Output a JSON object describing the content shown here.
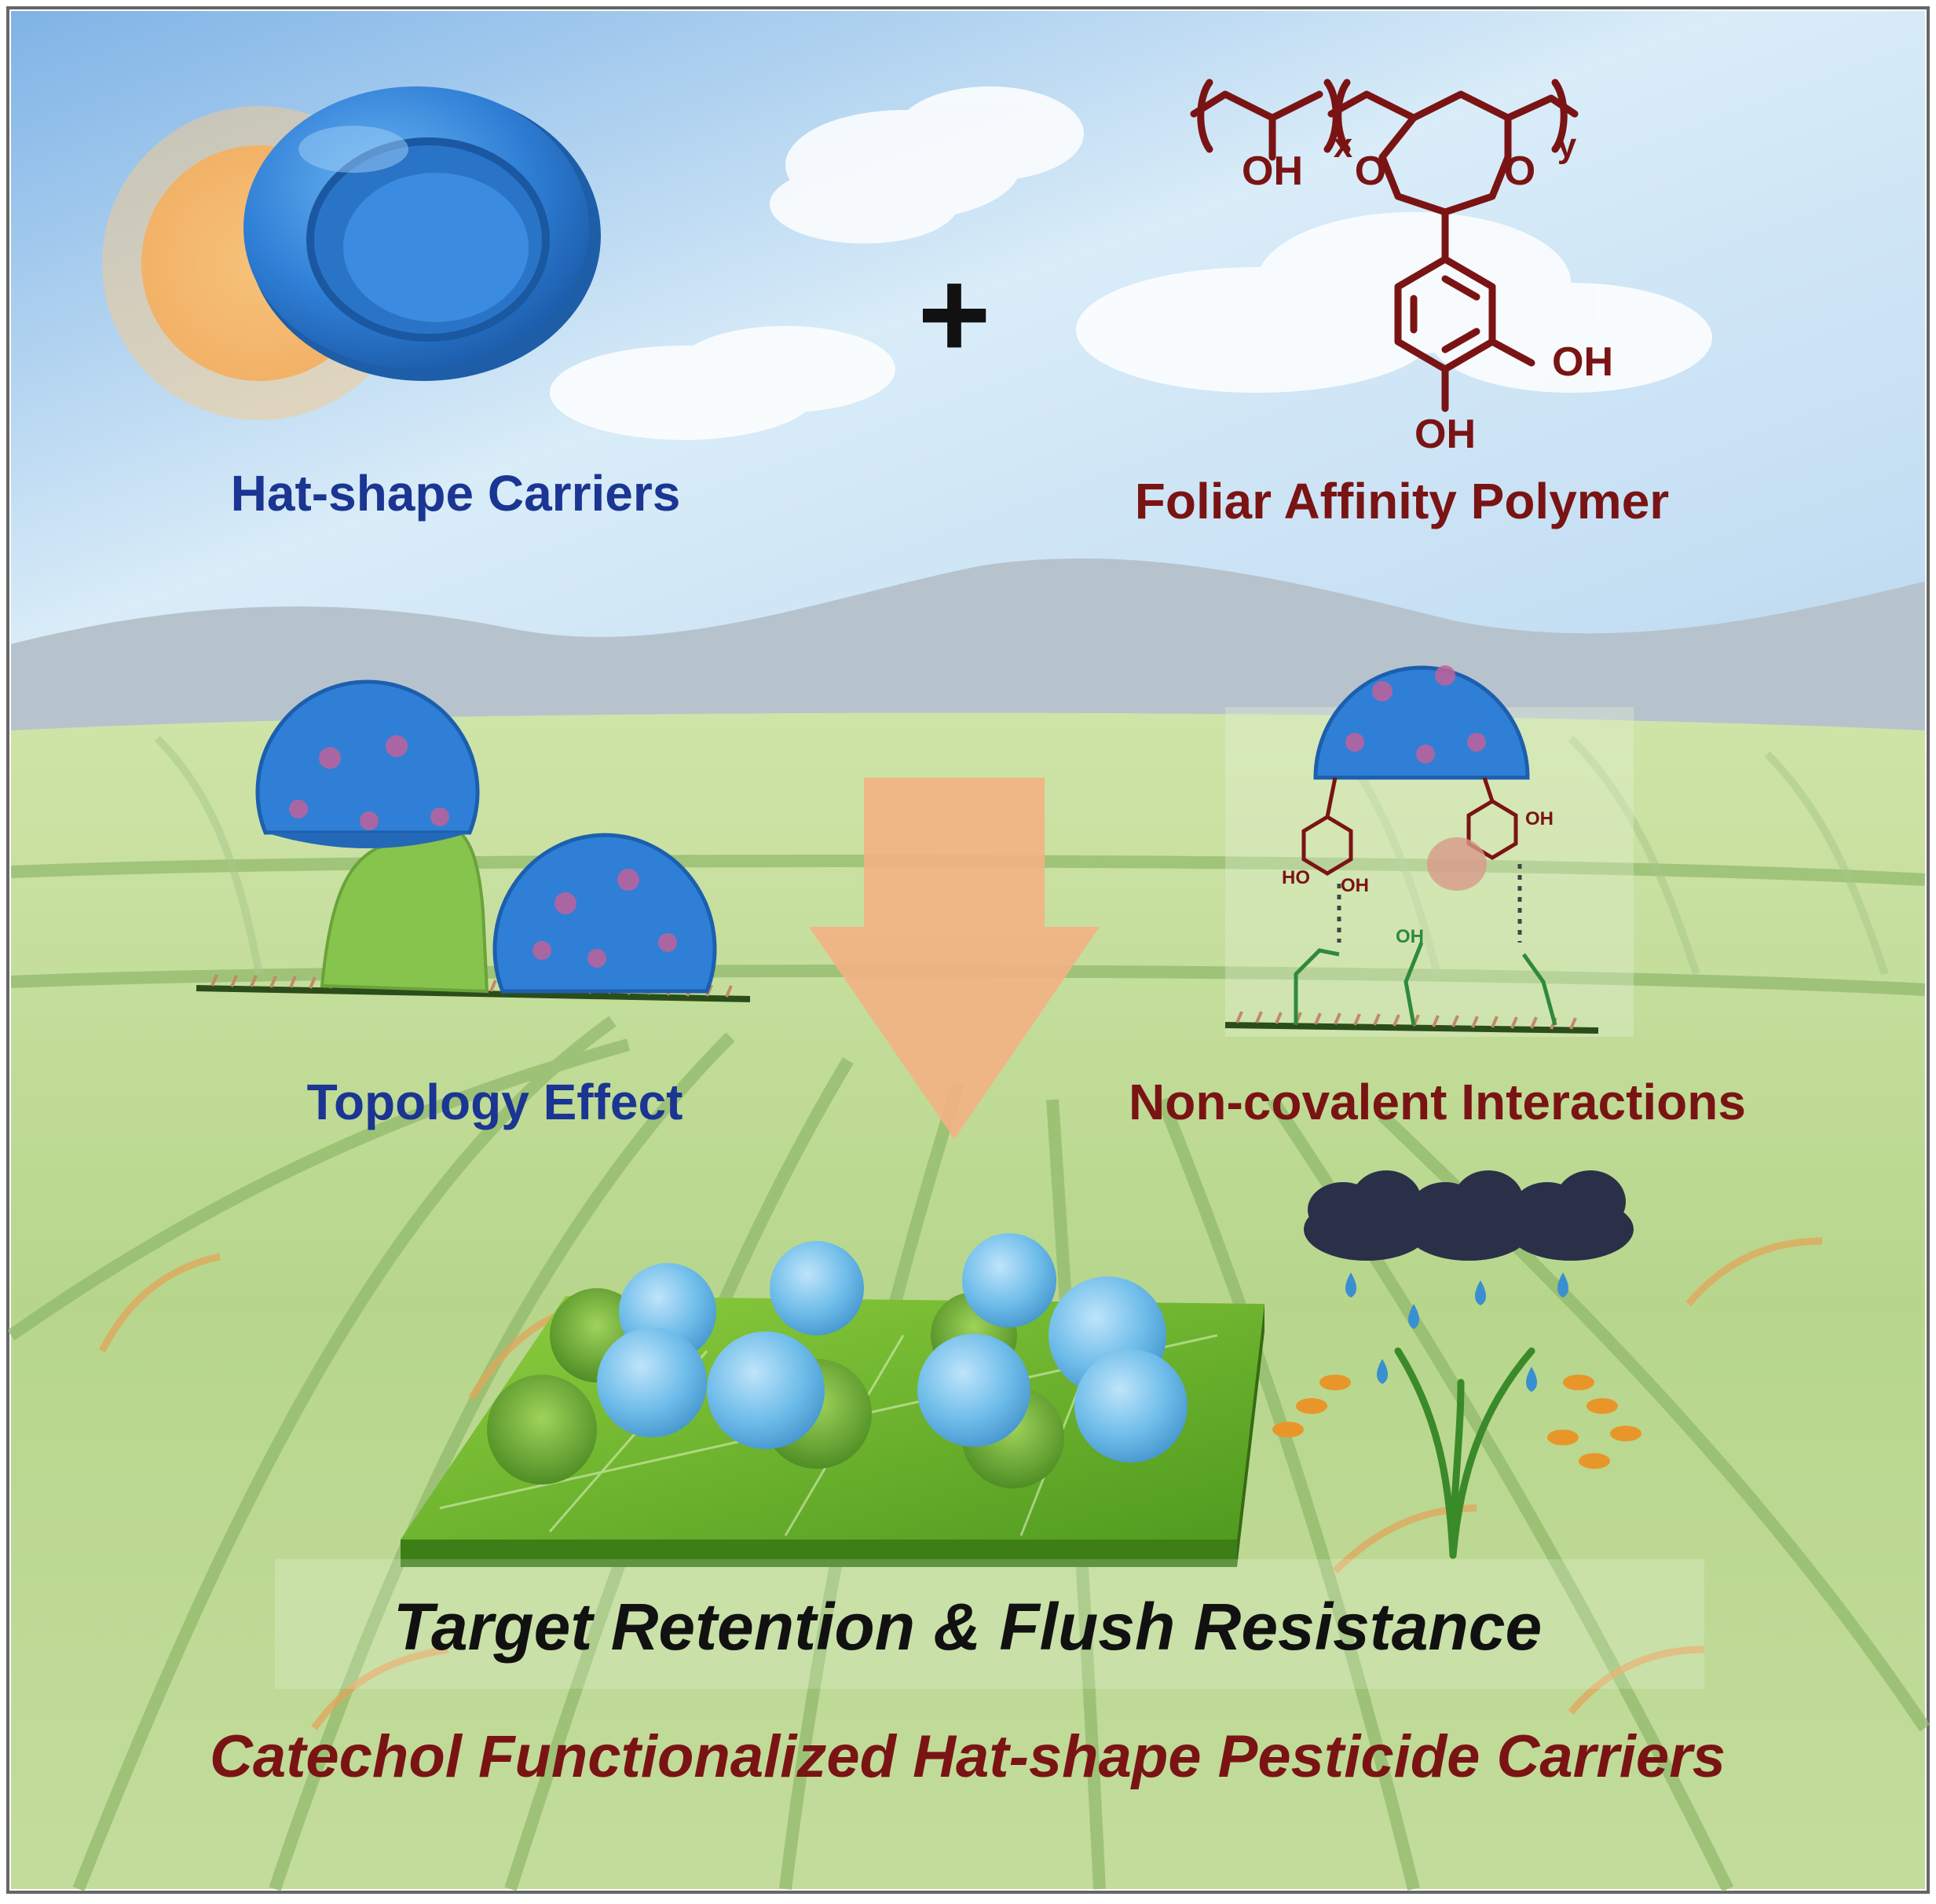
{
  "labels": {
    "hat_carriers": "Hat-shape Carriers",
    "polymer": "Foliar Affinity Polymer",
    "topology": "Topology Effect",
    "noncovalent": "Non-covalent Interactions",
    "retention": "Target Retention & Flush Resistance",
    "catechol": "Catechol Functionalized Hat-shape Pesticide Carriers"
  },
  "operator": "+",
  "chem": {
    "oh1": "OH",
    "x": "x",
    "y": "y",
    "o1": "O",
    "o2": "O",
    "oh_ring1": "OH",
    "oh_ring2": "OH"
  },
  "interaction_groups": {
    "ho_left": "HO",
    "oh_left": "OH",
    "oh_right_ring": "OH",
    "oh_mid": "OH"
  },
  "colors": {
    "blue_text": "#1a3592",
    "red_text": "#7a1414",
    "black_text": "#111111",
    "hat_blue": "#2f7fd6",
    "sky": "#cfe6f7",
    "field": "#b9d98a",
    "arrow": "#f3b183"
  }
}
